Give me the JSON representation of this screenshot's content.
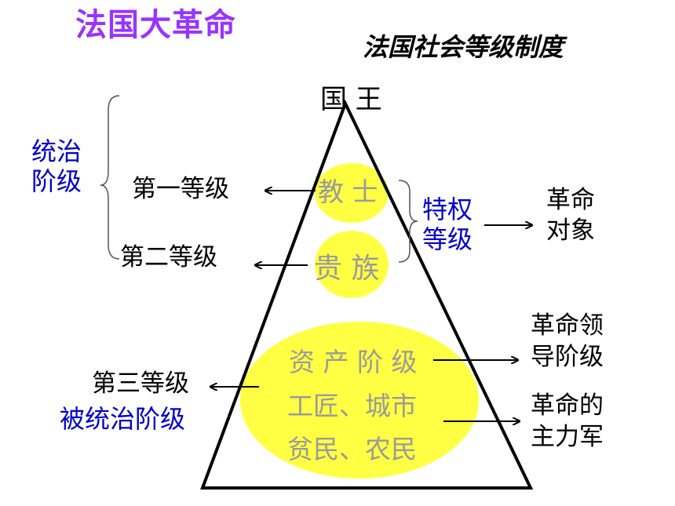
{
  "title": "法国大革命",
  "subtitle": "法国社会等级制度",
  "king": "国 王",
  "estates": {
    "first": "第一等级",
    "second": "第二等级",
    "third": "第三等级"
  },
  "ruling_class": [
    "统治",
    "阶级"
  ],
  "ruled_class": "被统治阶级",
  "clergy": "教 士",
  "nobility": "贵 族",
  "privileged": [
    "特权",
    "等级"
  ],
  "revolution_target": [
    "革命",
    "对象"
  ],
  "third_estate_groups": {
    "bourgeoisie": "资 产 阶 级",
    "artisans": "工匠、城市",
    "peasants": "贫民、农民"
  },
  "leading_class": [
    "革命领",
    "导阶级"
  ],
  "main_force": [
    "革命的",
    "主力军"
  ],
  "colors": {
    "title": "#9933ff",
    "ellipse": "#ffff44",
    "blue_text": "#0000cc",
    "inner_text": "#9a9a9a"
  }
}
